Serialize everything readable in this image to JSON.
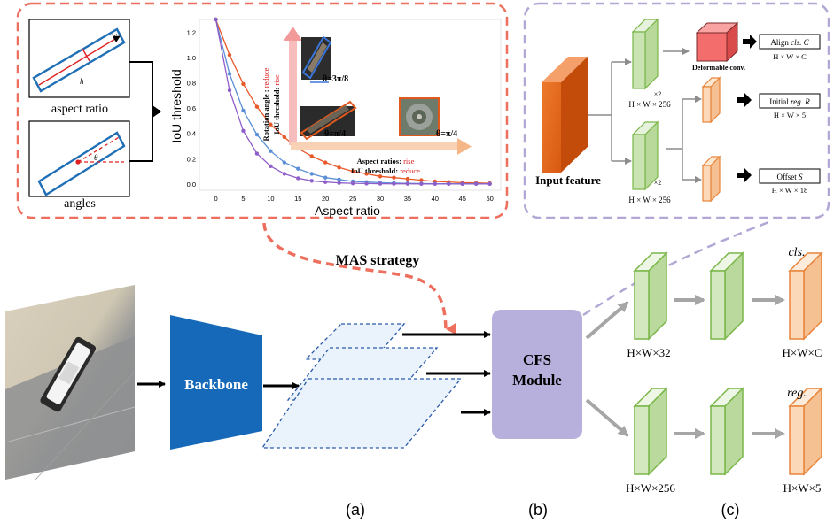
{
  "panel_a": {
    "aspect_ratio_label": "aspect ratio",
    "angles_label": "angles",
    "w_symbol": "w",
    "h_symbol": "h",
    "theta_symbol": "θ"
  },
  "chart": {
    "ylabel": "IoU threshold",
    "xlabel": "Aspect ratio",
    "y_ticks": [
      "0.0",
      "0.2",
      "0.4",
      "0.6",
      "0.8",
      "1.0",
      "1.2"
    ],
    "x_ticks": [
      "0",
      "5",
      "10",
      "15",
      "20",
      "25",
      "30",
      "35",
      "40",
      "45",
      "50"
    ],
    "vertical_annot_line1_black": "Rotation angle :",
    "vertical_annot_line1_red": "reduce",
    "vertical_annot_line2_black": "IoU threshold:",
    "vertical_annot_line2_red": "rise",
    "horizontal_annot_line1_black": "Aspect ratios:",
    "horizontal_annot_line1_red": "rise",
    "horizontal_annot_line2_black": "IoU threshold:",
    "horizontal_annot_line2_red": "reduce",
    "angle_label_1": "θ=3π/8",
    "angle_label_2": "θ=π/4",
    "angle_label_3": "θ=π/4"
  },
  "chart_data": {
    "type": "line",
    "xlabel": "Aspect ratio",
    "ylabel": "IoU threshold",
    "xlim": [
      -3,
      52
    ],
    "ylim": [
      -0.05,
      1.3
    ],
    "x": [
      0,
      2.5,
      5,
      7.5,
      10,
      12.5,
      15,
      17.5,
      20,
      22.5,
      25,
      27.5,
      30,
      32.5,
      35,
      37.5,
      40,
      42.5,
      45,
      47.5,
      50
    ],
    "series": [
      {
        "color": "#e8592a",
        "values": [
          1.3,
          1.02,
          0.79,
          0.61,
          0.47,
          0.37,
          0.28,
          0.22,
          0.17,
          0.13,
          0.1,
          0.08,
          0.06,
          0.05,
          0.04,
          0.03,
          0.02,
          0.015,
          0.01,
          0.008,
          0.005
        ]
      },
      {
        "color": "#5b8fd6",
        "values": [
          1.3,
          0.87,
          0.58,
          0.39,
          0.26,
          0.17,
          0.12,
          0.08,
          0.05,
          0.035,
          0.02,
          0.015,
          0.01,
          0.007,
          0.005,
          0.003,
          0.002,
          0.0015,
          0.001,
          0.001,
          0.0
        ]
      },
      {
        "color": "#8e5fc9",
        "values": [
          1.3,
          0.74,
          0.42,
          0.24,
          0.14,
          0.08,
          0.045,
          0.025,
          0.015,
          0.008,
          0.005,
          0.003,
          0.002,
          0.001,
          0.001,
          0.0,
          0.0,
          0.0,
          0.0,
          0.0,
          0.0
        ]
      }
    ]
  },
  "panel_b": {
    "input_feature": "Input feature",
    "x2_top": "×2",
    "dim_top": "H × W × 256",
    "x2_bottom": "×2",
    "dim_bottom": "H × W × 256",
    "deformable_label": "Deformable conv.",
    "align_box_prefix": "Align ",
    "align_box_italic": "cls. C",
    "align_dim": "H × W × C",
    "initial_box_prefix": "Initial ",
    "initial_box_italic": "reg. R",
    "initial_dim": "H × W × 5",
    "offset_box_prefix": "Offset ",
    "offset_box_italic": "S",
    "offset_dim": "H × W × 18"
  },
  "main": {
    "mas_strategy": "MAS strategy",
    "backbone": "Backbone",
    "cfs_line1": "CFS",
    "cfs_line2": "Module",
    "head_dim_top_left": "H×W×32",
    "head_dim_top_right": "H×W×C",
    "head_dim_bottom_left": "H×W×256",
    "head_dim_bottom_right": "H×W×5",
    "cls_label": "cls.",
    "reg_label": "reg.",
    "caption_a": "(a)",
    "caption_b": "(b)",
    "caption_c": "(c)"
  },
  "colors": {
    "dashed_red": "#ee6f5e",
    "dashed_purple": "#b3a7d6",
    "backbone_blue": "#1569b8",
    "cfs_purple": "#b7b0dc",
    "green_face": "#d4e8c0",
    "green_edge": "#7ab648",
    "orange_face": "#fbd9b8",
    "orange_edge": "#e8843a",
    "input_orange": "#e2691e",
    "deform_red": "#f36d6d"
  }
}
